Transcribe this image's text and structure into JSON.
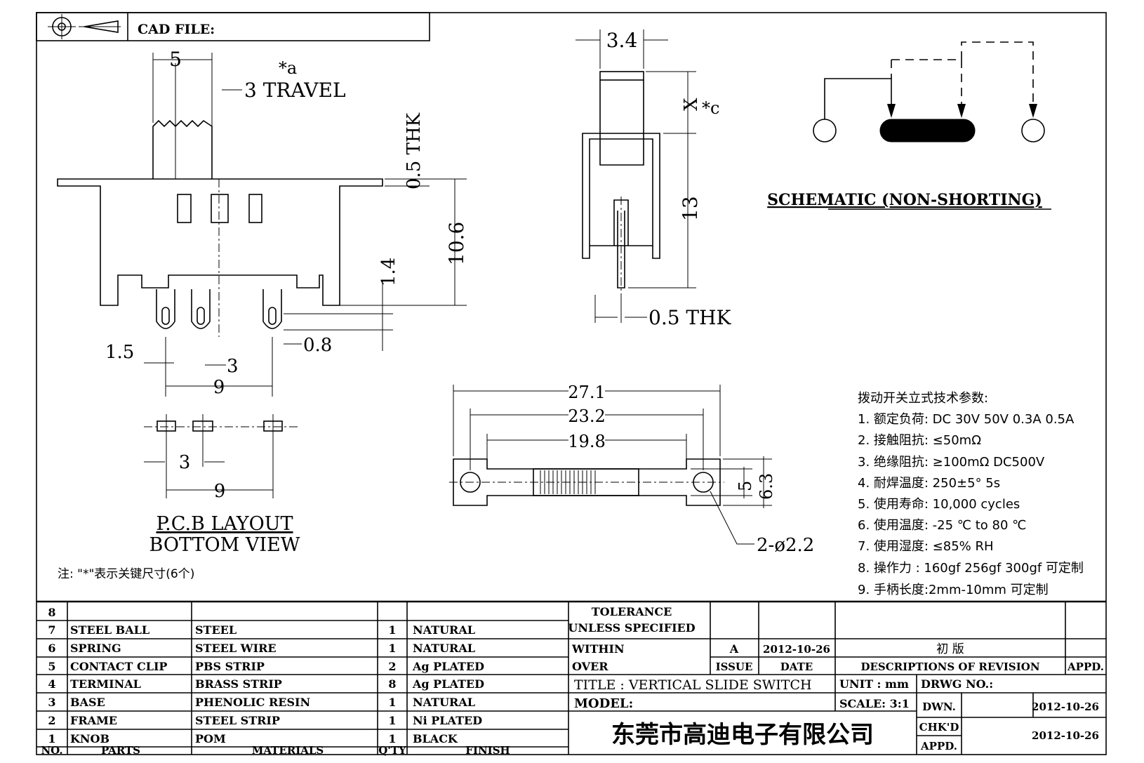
{
  "header": {
    "cad_file_label": "CAD FILE:"
  },
  "dims": {
    "side": {
      "width5": "5",
      "travel_note": "*a",
      "travel": "3 TRAVEL",
      "thk": "0.5 THK",
      "height": "10.6",
      "pin": "1.4",
      "pin_w": "1.5",
      "pin_pitch": "3",
      "pin_t": "0.8",
      "span": "9"
    },
    "pcb": {
      "pitch": "3",
      "span": "9",
      "title1": "P.C.B LAYOUT",
      "title2": "BOTTOM VIEW"
    },
    "front": {
      "w": "3.4",
      "x": "X",
      "x_note": "*c",
      "h": "13",
      "thk": "0.5 THK"
    },
    "top": {
      "d1": "27.1",
      "d2": "23.2",
      "d3": "19.8",
      "h1": "5",
      "h2": "6.3",
      "hole": "2-ø2.2"
    }
  },
  "schematic": {
    "label": "SCHEMATIC (NON-SHORTING)"
  },
  "note": "注: \"*\"表示关键尺寸(6个)",
  "specs": {
    "title": "拨动开关立式技术参数:",
    "items": [
      "1.  额定负荷: DC 30V    50V    0.3A    0.5A",
      "2.  接触阻抗: ≤50mΩ",
      "3.  绝缘阻抗: ≥100mΩ   DC500V",
      "4.  耐焊温度: 250±5°  5s",
      "5.  使用寿命: 10,000 cycles",
      "6.  使用温度: -25  ℃  to 80  ℃",
      "7.  使用湿度: ≤85% RH",
      "8.  操作力 : 160gf    256gf    300gf  可定制",
      "9.  手柄长度:2mm-10mm   可定制"
    ]
  },
  "bom": {
    "rows": [
      {
        "no": "8",
        "part": "",
        "material": "",
        "qty": "",
        "finish": ""
      },
      {
        "no": "7",
        "part": "STEEL BALL",
        "material": "STEEL",
        "qty": "1",
        "finish": "NATURAL"
      },
      {
        "no": "6",
        "part": "SPRING",
        "material": "STEEL WIRE",
        "qty": "1",
        "finish": "NATURAL"
      },
      {
        "no": "5",
        "part": "CONTACT CLIP",
        "material": "PBS STRIP",
        "qty": "2",
        "finish": "Ag PLATED"
      },
      {
        "no": "4",
        "part": "TERMINAL",
        "material": "BRASS STRIP",
        "qty": "8",
        "finish": "Ag PLATED"
      },
      {
        "no": "3",
        "part": "BASE",
        "material": "PHENOLIC RESIN",
        "qty": "1",
        "finish": "NATURAL"
      },
      {
        "no": "2",
        "part": "FRAME",
        "material": "STEEL STRIP",
        "qty": "1",
        "finish": "Ni PLATED"
      },
      {
        "no": "1",
        "part": "KNOB",
        "material": "POM",
        "qty": "1",
        "finish": "BLACK"
      }
    ],
    "headers": {
      "no": "NO.",
      "parts": "PARTS",
      "materials": "MATERIALS",
      "qty": "Q'TY",
      "finish": "FINISH"
    }
  },
  "title_block": {
    "tolerance": "TOLERANCE",
    "unless": "UNLESS   SPECIFIED",
    "within": "WITHIN",
    "over": "OVER",
    "issue_val": "A",
    "date_val": "2012-10-26",
    "rev_desc_val": "初   版",
    "issue_hdr": "ISSUE",
    "date_hdr": "DATE",
    "desc_hdr": "DESCRIPTIONS  OF  REVISION",
    "appd_hdr": "APPD.",
    "title": "TITLE :   VERTICAL  SLIDE  SWITCH",
    "unit": "UNIT :   mm",
    "drwg_no": "DRWG NO.:",
    "model": "MODEL:",
    "scale": "SCALE:   3:1",
    "dwn": "DWN.",
    "dwn_date": "2012-10-26",
    "company": "东莞市高迪电子有限公司",
    "chkd": "CHK'D",
    "chkd_date": "2012-10-26",
    "appd": "APPD."
  }
}
